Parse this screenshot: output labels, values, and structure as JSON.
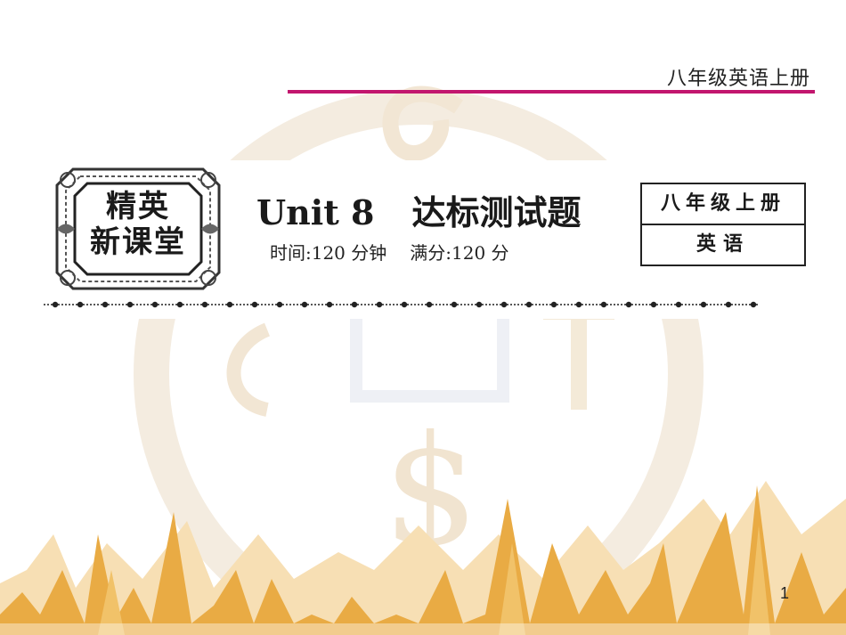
{
  "top_label": "八年级英语上册",
  "logo": {
    "line1": "精英",
    "line2": "新课堂"
  },
  "title": {
    "unit": "Unit 8",
    "name": "达标测试题"
  },
  "subtitle": {
    "time": "时间:120 分钟",
    "score": "满分:120 分"
  },
  "grade_box": {
    "grade": "八年级上册",
    "subject": "英语"
  },
  "page_number": "1",
  "colors": {
    "accent_rule": "#c2166e",
    "mountain_gold": "#e8a63a",
    "watermark": "#f3e7d8"
  }
}
